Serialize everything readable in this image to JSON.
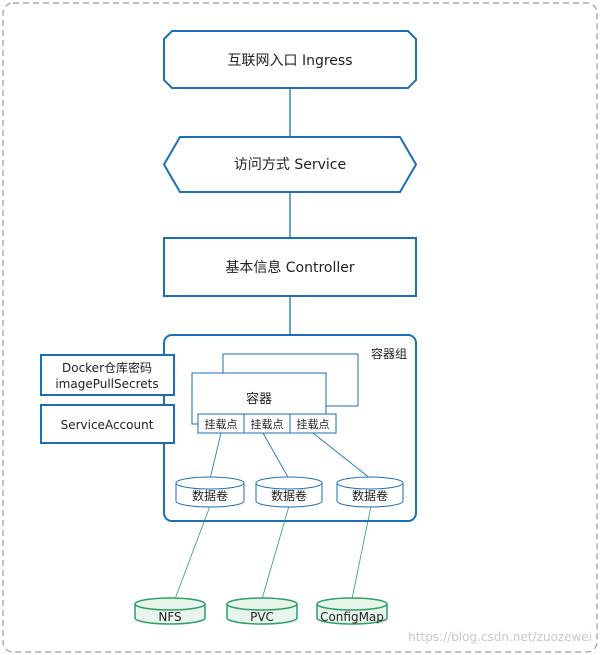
{
  "colors": {
    "blue": "#1a6fb5",
    "green": "#2e9e6b",
    "cyl_fill": "#ffffff",
    "store_fill": "#e8f5ec",
    "dash_border": "#9a9a9a"
  },
  "nodes": {
    "ingress": "互联网入口 Ingress",
    "service": "访问方式 Service",
    "controller": "基本信息 Controller",
    "pod_group": "容器组",
    "container": "容器",
    "docker_secret_line1": "Docker仓库密码",
    "docker_secret_line2": "imagePullSecrets",
    "service_account": "ServiceAccount",
    "mount_points": [
      "挂载点",
      "挂载点",
      "挂载点"
    ],
    "volumes": [
      "数据卷",
      "数据卷",
      "数据卷"
    ],
    "storages": [
      "NFS",
      "PVC",
      "ConfigMap"
    ]
  },
  "watermark": "https://blog.csdn.net/zuozewei"
}
